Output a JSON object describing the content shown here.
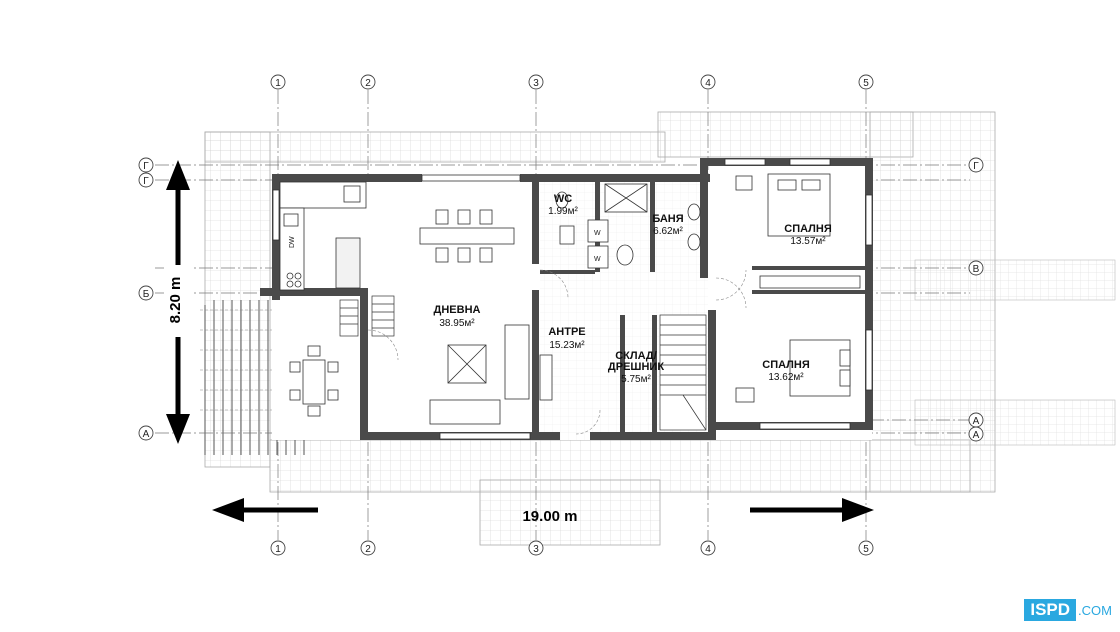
{
  "axes": {
    "vertical": [
      "1",
      "2",
      "3",
      "4",
      "5"
    ],
    "horizontal_left": [
      "Г",
      "Г",
      "Б",
      "А"
    ],
    "horizontal_right": [
      "Г",
      "В",
      "А",
      "А"
    ]
  },
  "rooms": {
    "wc": {
      "name": "WC",
      "area": "1.99м²"
    },
    "bath": {
      "name": "БАНЯ",
      "area": "6.62м²"
    },
    "bedroom1": {
      "name": "СПАЛНЯ",
      "area": "13.57м²"
    },
    "living": {
      "name": "ДНЕВНА",
      "area": "38.95м²"
    },
    "hall": {
      "name": "АНТРЕ",
      "area": "15.23м²"
    },
    "storage_line1": "СКЛАД/",
    "storage_line2": "ДРЕШНИК",
    "storage_area": "5.75м²",
    "bedroom2": {
      "name": "СПАЛНЯ",
      "area": "13.62м²"
    }
  },
  "dimensions": {
    "height": "8.20 m",
    "width": "19.00 m"
  },
  "appliances": {
    "dishwasher": "DW",
    "washer1": "W",
    "washer2": "W"
  },
  "logo": {
    "mark": "ISPD",
    "domain": ".COM"
  },
  "colors": {
    "wall": "#4a4a4a",
    "grid": "#c9c9c9",
    "axis": "#555555",
    "logo": "#2aa8e0"
  }
}
